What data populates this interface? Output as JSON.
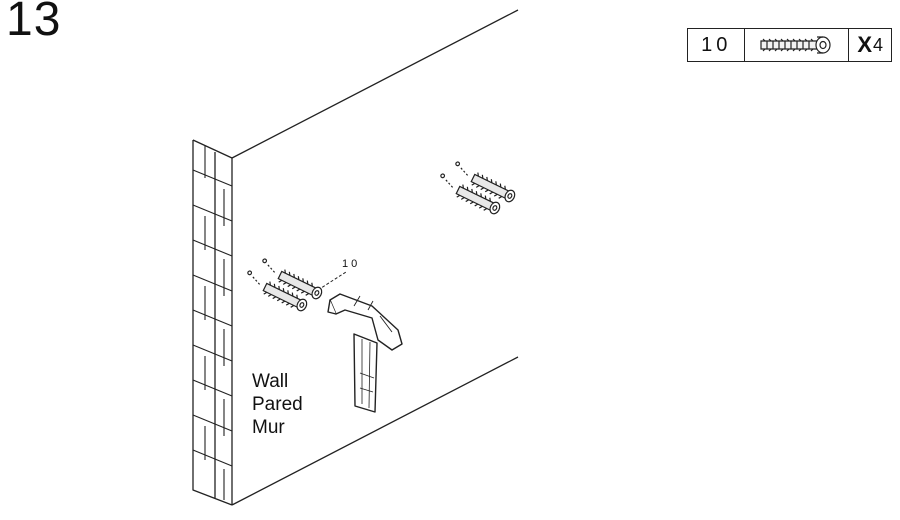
{
  "step": {
    "number": "13"
  },
  "parts": {
    "part_id": "10",
    "quantity_mark": "X",
    "quantity": "4",
    "part_icon": "wall-anchor-plug-icon"
  },
  "illustration": {
    "callout_label": "10",
    "wall_label": [
      "Wall",
      "Pared",
      "Mur"
    ],
    "anchor_count": 4,
    "tool_icon": "hammer-icon"
  },
  "colors": {
    "line": "#222222",
    "background": "#ffffff",
    "anchor_fill": "#e8e8e8"
  }
}
